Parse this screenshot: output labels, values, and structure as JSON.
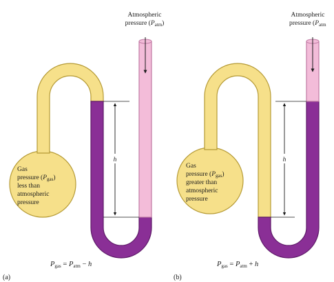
{
  "colors": {
    "gas": "#f6e08a",
    "gas_stroke": "#b59a35",
    "mercury": "#8a2f96",
    "mercury_stroke": "#5e1a68",
    "air": "#f3bcd9",
    "air_stroke": "#c07aa4",
    "background": "#ffffff"
  },
  "panels": [
    {
      "panel_label": "(a)",
      "atm_label_line1": "Atmospheric",
      "atm_label_line2_prefix": "pressure (",
      "atm_label_var": "P",
      "atm_label_sub": "atm",
      "atm_label_line2_suffix": ")",
      "gas_text": {
        "l1": "Gas",
        "l2_prefix": "pressure (",
        "l2_var": "P",
        "l2_sub": "gas",
        "l2_suffix": ")",
        "l3": "less than",
        "l4": "atmospheric",
        "l5": "pressure"
      },
      "h_label": "h",
      "equation": {
        "lhs_var": "P",
        "lhs_sub": "gas",
        "eq": " = ",
        "rhs_var": "P",
        "rhs_sub": "atm",
        "op": " − ",
        "h": "h"
      }
    },
    {
      "panel_label": "(b)",
      "atm_label_line1": "Atmospheric",
      "atm_label_line2_prefix": "pressure (",
      "atm_label_var": "P",
      "atm_label_sub": "atm",
      "atm_label_line2_suffix": "",
      "gas_text": {
        "l1": "Gas",
        "l2_prefix": "pressure (",
        "l2_var": "P",
        "l2_sub": "gas",
        "l2_suffix": ")",
        "l3": "greater than",
        "l4": "atmospheric",
        "l5": "pressure"
      },
      "h_label": "h",
      "equation": {
        "lhs_var": "P",
        "lhs_sub": "gas",
        "eq": " = ",
        "rhs_var": "P",
        "rhs_sub": "atm",
        "op": " + ",
        "h": "h"
      }
    }
  ]
}
